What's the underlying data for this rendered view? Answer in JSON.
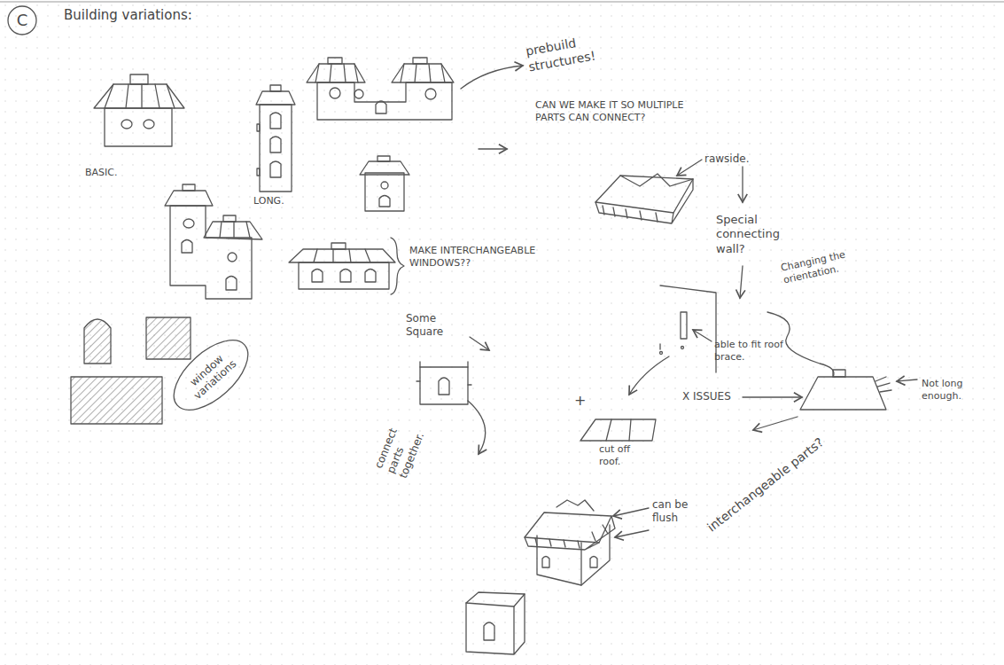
{
  "diagram": {
    "title": "Building variations:",
    "nodes": [
      {
        "text": [
          "C"
        ]
      },
      {
        "text": [
          "window variations"
        ]
      }
    ],
    "labels": [
      "BASIC.",
      "LONG.",
      "prebuild structures!",
      "CAN WE MAKE IT SO MULTIPLE PARTS CAN CONNECT?",
      "rawside.",
      "Special connecting wall?",
      "MAKE INTERCHANGEABLE WINDOWS??",
      "Some Square",
      "able to fit roof brace.",
      "Changing the orientation.",
      "X ISSUES",
      "Not long enough.",
      "+",
      "cut off roof.",
      "connect parts together.",
      "can be flush",
      "interchangeable parts?"
    ]
  }
}
